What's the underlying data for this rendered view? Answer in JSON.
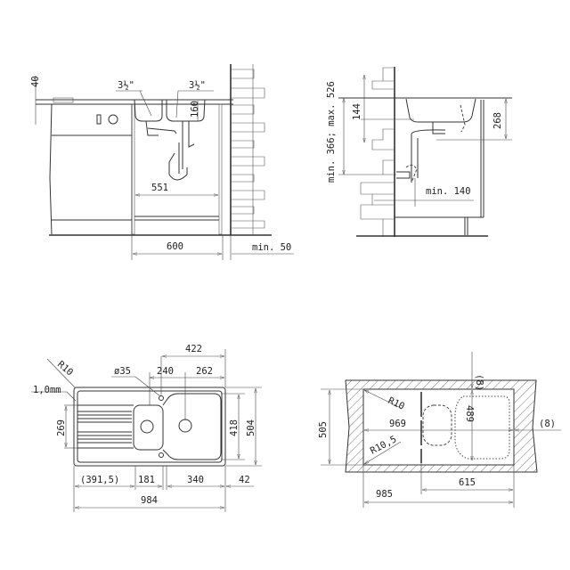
{
  "front_view": {
    "counter_thickness": "40",
    "waste_left": "3½\"",
    "waste_right": "3½\"",
    "bowl_depth": "160",
    "inner_width": "551",
    "cabinet_width": "600",
    "wall_gap": "min. 50"
  },
  "side_view": {
    "drain_height": "min. 366; max. 526",
    "bowl_depth": "144",
    "siphon_height": "268",
    "wall_distance": "min. 140"
  },
  "top_view": {
    "overall_width": "422",
    "corner_radius": "R10",
    "hole_diameter": "ø35",
    "small_bowl_offset": "240",
    "large_bowl_offset": "262",
    "thickness": "1,0mm",
    "drainer_depth": "269",
    "bowl_depth": "418",
    "overall_depth": "504",
    "drainer_width": "(391,5)",
    "small_bowl_width": "181",
    "large_bowl_width": "340",
    "edge_margin": "42",
    "overall_length": "984"
  },
  "cutout_view": {
    "cutout_depth": "505",
    "cutout_length_inner": "969",
    "bowl_cutout": "489",
    "top_clearance": "(8)",
    "side_clearance": "(8)",
    "corner_radius": "R10",
    "corner_radius_2": "R10,5",
    "bowl_section": "615",
    "cutout_length": "985"
  }
}
